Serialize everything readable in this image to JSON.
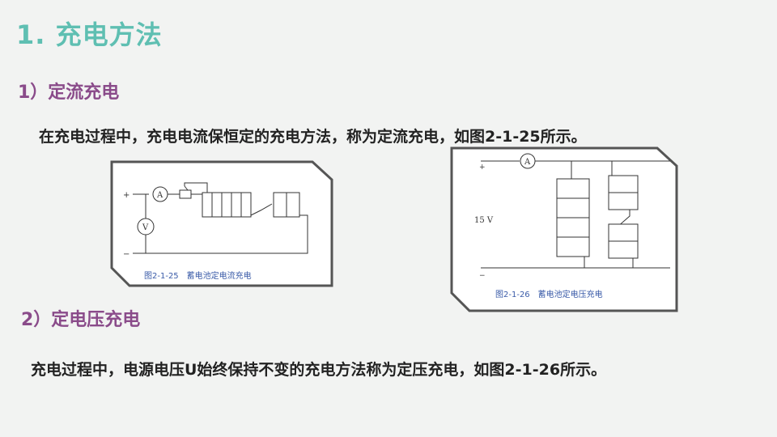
{
  "title": "1. 充电方法",
  "section1": {
    "heading": "1）定流充电",
    "text": "在充电过程中，充电电流保恒定的充电方法，称为定流充电，如图2-1-25所示。"
  },
  "section2": {
    "heading": "2）定电压充电",
    "text": "充电过程中，电源电压U始终保持不变的充电方法称为定压充电，如图2-1-26所示。"
  },
  "figure1": {
    "caption": "图2-1-25　蓄电池定电流充电",
    "plus": "+",
    "minus": "−",
    "ammeter": "A",
    "voltmeter": "V"
  },
  "figure2": {
    "caption": "图2-1-26　蓄电池定电压充电",
    "plus": "+",
    "minus": "−",
    "ammeter": "A",
    "voltage": "15 V"
  },
  "colors": {
    "title": "#5fbfb2",
    "heading": "#8a4b8a",
    "caption": "#3a5ba8"
  }
}
